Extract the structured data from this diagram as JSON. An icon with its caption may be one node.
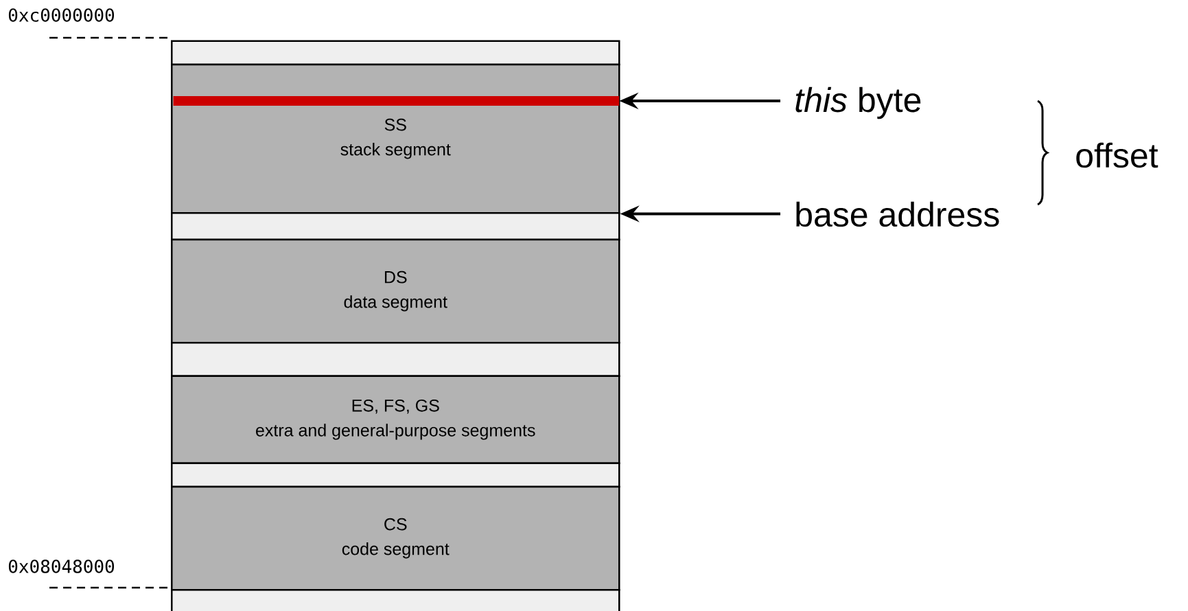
{
  "diagram": {
    "nodes": [
      {
        "text": [],
        "shape": "box"
      },
      {
        "text": [
          "SS",
          "stack segment"
        ]
      },
      {
        "text": [],
        "shape": "bar",
        "in": 1
      },
      {
        "text": [],
        "shape": "box"
      },
      {
        "text": [
          "DS",
          "data segment"
        ]
      },
      {
        "text": [],
        "shape": "box"
      },
      {
        "text": [
          "ES, FS, GS",
          "extra and general-purpose segments"
        ]
      },
      {
        "text": [],
        "shape": "box"
      },
      {
        "text": [
          "CS",
          "code  segment"
        ]
      },
      {
        "text": [],
        "shape": "box"
      },
      {
        "text": [
          "*this* byte"
        ]
      },
      {
        "text": [
          "base address"
        ]
      }
    ],
    "edges": [
      {
        "from": 10,
        "to": 2,
        "arrow": "to"
      },
      {
        "from": 11,
        "to": 1,
        "arrow": "to"
      }
    ],
    "labels": [
      "0xc0000000",
      "offset",
      "0x08048000"
    ]
  }
}
